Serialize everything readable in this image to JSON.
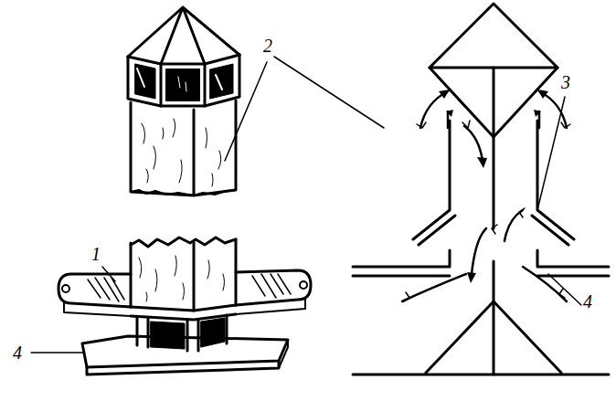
{
  "diagram": {
    "labels": [
      "2",
      "1",
      "3",
      "4",
      "4"
    ]
  }
}
